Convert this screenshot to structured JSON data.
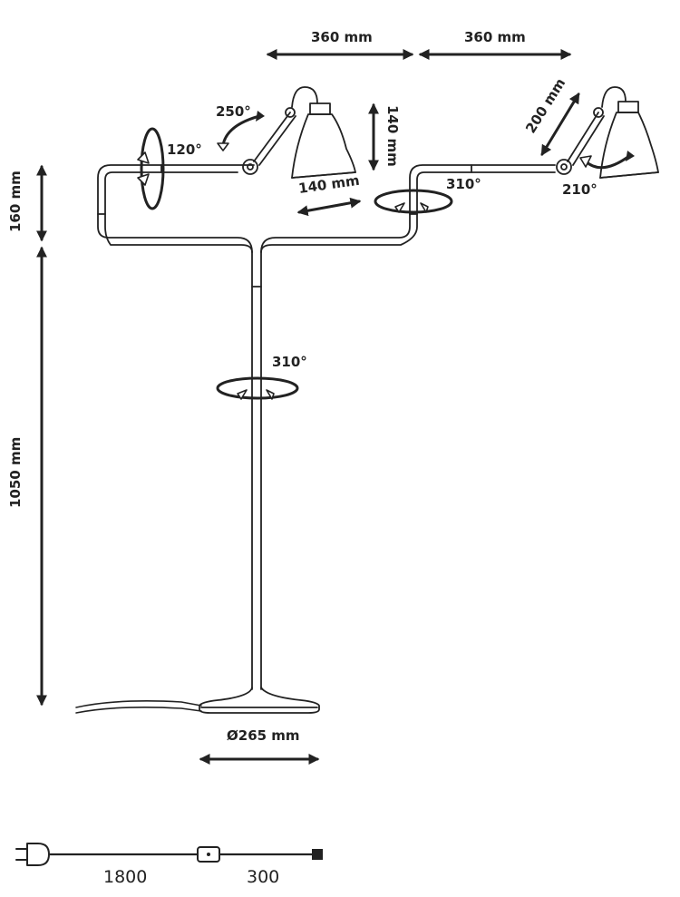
{
  "dimensions": {
    "arm_right_reach": "360 mm",
    "arm_left_reach": "360 mm",
    "left_shade_height": "140 mm",
    "left_arm_length": "140 mm",
    "right_arm_length": "200 mm",
    "head_height": "160 mm",
    "stand_height": "1050 mm",
    "base_diameter": "Ø265 mm"
  },
  "rotations": {
    "left_shade_tilt": "250°",
    "left_arm_swivel": "120°",
    "right_joint_swivel": "310°",
    "right_shade_tilt": "210°",
    "stem_swivel": "310°"
  },
  "cord": {
    "plug_to_switch": "1800",
    "switch_to_lamp": "300"
  },
  "colors": {
    "line": "#222222",
    "background": "#ffffff"
  }
}
